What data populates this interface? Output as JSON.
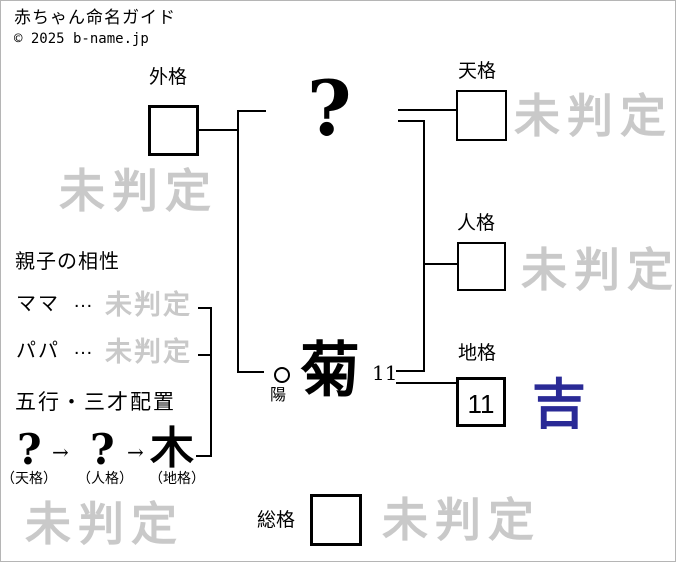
{
  "page": {
    "title": "赤ちゃん命名ガイド",
    "copyright": "© 2025 b-name.jp"
  },
  "colors": {
    "luck_good_blue": "#2a2a96",
    "watermark_gray": "#c9c9c9",
    "line_black": "#000000"
  },
  "name_chart": {
    "surname_placeholder": "?",
    "given_name_char": "菊",
    "given_name_strokes": "11",
    "yinyang_symbol": "○",
    "yinyang_label": "陽",
    "kaku": {
      "gaikaku": {
        "label": "外格",
        "value": "",
        "result": "未判定"
      },
      "tenkaku": {
        "label": "天格",
        "value": "",
        "result": "未判定"
      },
      "jinkaku": {
        "label": "人格",
        "value": "",
        "result": "未判定"
      },
      "chikaku": {
        "label": "地格",
        "value": "11",
        "result": "吉"
      },
      "soukaku": {
        "label": "総格",
        "value": "",
        "result": "未判定"
      }
    }
  },
  "compatibility": {
    "heading": "親子の相性",
    "rows": [
      {
        "label": "ママ",
        "separator": "…",
        "result": "未判定"
      },
      {
        "label": "パパ",
        "separator": "…",
        "result": "未判定"
      }
    ]
  },
  "gogyou": {
    "heading": "五行・三才配置",
    "arrow": "→",
    "items": [
      {
        "element": "?",
        "label": "（天格）"
      },
      {
        "element": "?",
        "label": "（人格）"
      },
      {
        "element": "木",
        "label": "（地格）"
      }
    ],
    "result": "未判定"
  }
}
